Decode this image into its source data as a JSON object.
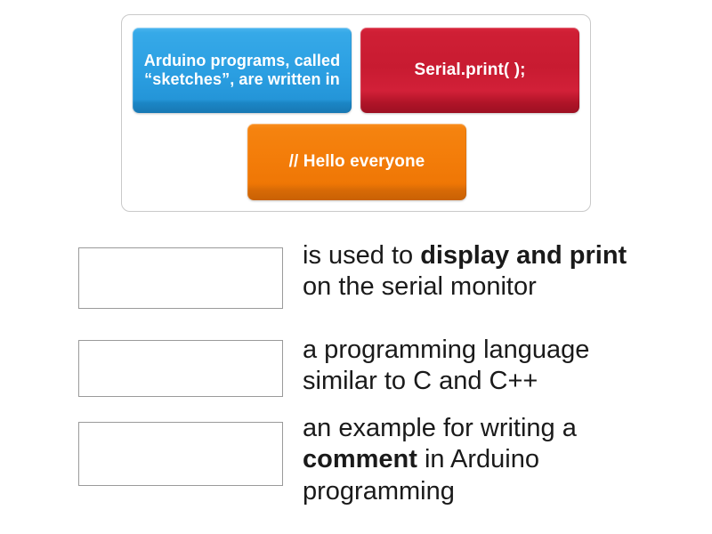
{
  "tile_bank": {
    "tiles": [
      {
        "id": "tile-blue",
        "text": "Arduino programs, called “sketches”, are written in",
        "color": "#2b9fe2"
      },
      {
        "id": "tile-red",
        "text": "Serial.print( );",
        "color": "#c81b31"
      },
      {
        "id": "tile-orange",
        "text": "// Hello everyone",
        "color": "#f37c09"
      }
    ]
  },
  "rows": [
    {
      "dropzone_value": "",
      "definition_parts": [
        {
          "text": "is used to ",
          "bold": false
        },
        {
          "text": "display and print",
          "bold": true
        },
        {
          "text": " on the serial monitor",
          "bold": false
        }
      ]
    },
    {
      "dropzone_value": "",
      "definition_parts": [
        {
          "text": "a programming language similar to C and C++",
          "bold": false
        }
      ]
    },
    {
      "dropzone_value": "",
      "definition_parts": [
        {
          "text": "an example for writing a ",
          "bold": false
        },
        {
          "text": "comment",
          "bold": true
        },
        {
          "text": " in Arduino programming",
          "bold": false
        }
      ]
    }
  ]
}
